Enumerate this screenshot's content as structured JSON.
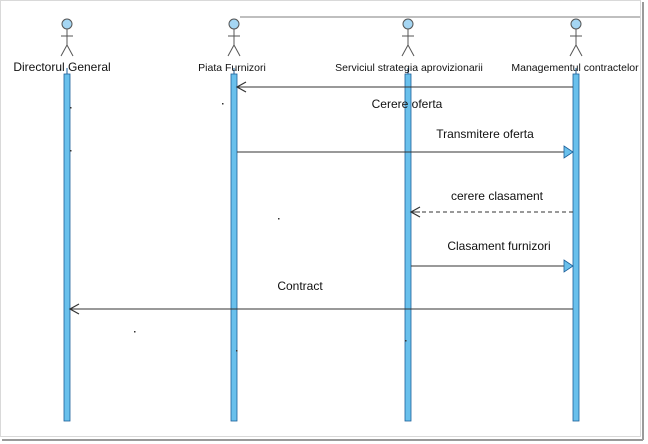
{
  "diagram": {
    "type": "sequence",
    "actors": [
      {
        "id": "director",
        "name": "Directorul General"
      },
      {
        "id": "piata",
        "name": "Piata Furnizori"
      },
      {
        "id": "serviciul",
        "name": "Serviciul strategia  aprovizionarii"
      },
      {
        "id": "management",
        "name": "Managementul contractelor"
      }
    ],
    "messages": [
      {
        "from": "management",
        "to": "piata",
        "label": "Cerere oferta",
        "style": "solid"
      },
      {
        "from": "piata",
        "to": "management",
        "label": "Transmitere oferta",
        "style": "solid"
      },
      {
        "from": "management",
        "to": "serviciul",
        "label": "cerere clasament",
        "style": "dashed"
      },
      {
        "from": "serviciul",
        "to": "management",
        "label": "Clasament furnizori",
        "style": "solid"
      },
      {
        "from": "management",
        "to": "director",
        "label": "Contract",
        "style": "solid"
      }
    ],
    "colors": {
      "lifeline_fill": "#69c0ec",
      "lifeline_stroke": "#1c5f9a",
      "actor_fill": "#a5d6f3",
      "actor_stroke": "#555555",
      "line": "#333333",
      "arrow_head_fill": "#69c0ec"
    }
  }
}
